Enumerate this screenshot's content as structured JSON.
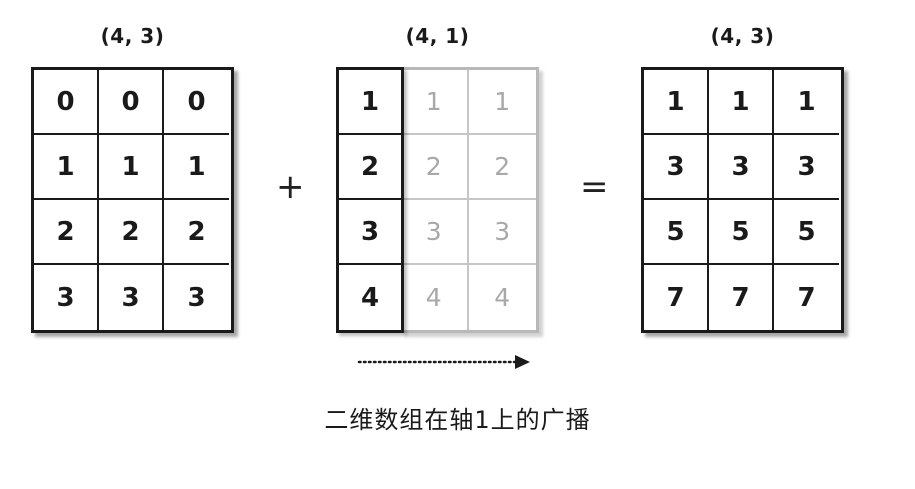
{
  "left_array": {
    "shape": "(4, 3)",
    "rows": [
      [
        "0",
        "0",
        "0"
      ],
      [
        "1",
        "1",
        "1"
      ],
      [
        "2",
        "2",
        "2"
      ],
      [
        "3",
        "3",
        "3"
      ]
    ]
  },
  "operator_plus": "+",
  "middle_array": {
    "shape": "(4, 1)",
    "column": [
      "1",
      "2",
      "3",
      "4"
    ],
    "broadcast_rows": [
      [
        "1",
        "1"
      ],
      [
        "2",
        "2"
      ],
      [
        "3",
        "3"
      ],
      [
        "4",
        "4"
      ]
    ]
  },
  "operator_equals": "=",
  "result_array": {
    "shape": "(4, 3)",
    "rows": [
      [
        "1",
        "1",
        "1"
      ],
      [
        "3",
        "3",
        "3"
      ],
      [
        "5",
        "5",
        "5"
      ],
      [
        "7",
        "7",
        "7"
      ]
    ]
  },
  "caption": "二维数组在轴1上的广播",
  "colors": {
    "ink": "#1a1a1a",
    "ghost_text": "#a8a8a8",
    "ghost_border": "#b8b8b8"
  },
  "icons": {
    "broadcast_direction": "dotted-right-arrow-icon"
  }
}
